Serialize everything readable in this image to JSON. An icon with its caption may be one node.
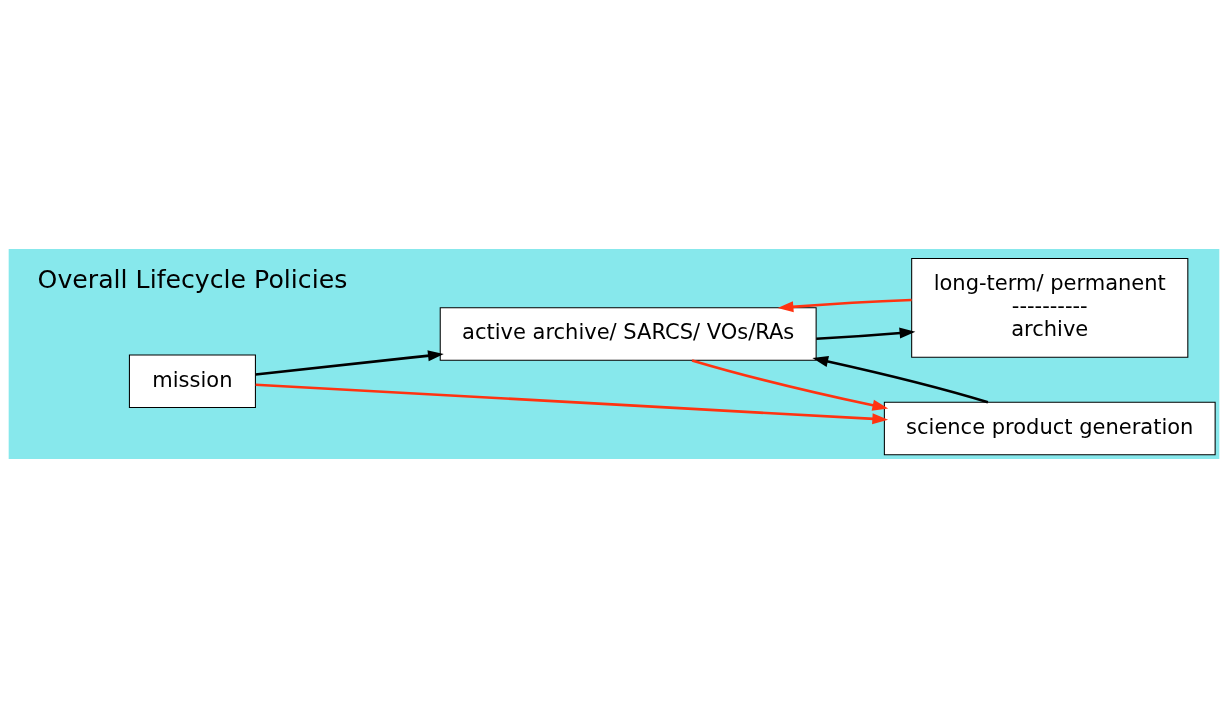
{
  "diagram": {
    "nodes": [
      {
        "text": [
          "mission"
        ]
      },
      {
        "text": [
          "active archive/ SARCS/ VOs/RAs"
        ]
      },
      {
        "text": [
          "long-term/ permanent",
          "----------",
          "archive"
        ]
      },
      {
        "text": [
          "science product generation"
        ]
      }
    ],
    "edges": [
      {
        "from": 0,
        "to": 1,
        "arrow": "to"
      },
      {
        "from": 2,
        "to": 1,
        "arrow": "to",
        "color": "#ff3311"
      },
      {
        "from": 1,
        "to": 2,
        "arrow": "to"
      },
      {
        "from": 1,
        "to": 3,
        "arrow": "to",
        "color": "#ff3311"
      },
      {
        "from": 0,
        "to": 3,
        "arrow": "to",
        "color": "#ff3311"
      },
      {
        "from": 3,
        "to": 1,
        "arrow": "to"
      }
    ],
    "labels": [
      "Overall Lifecycle Policies"
    ]
  }
}
